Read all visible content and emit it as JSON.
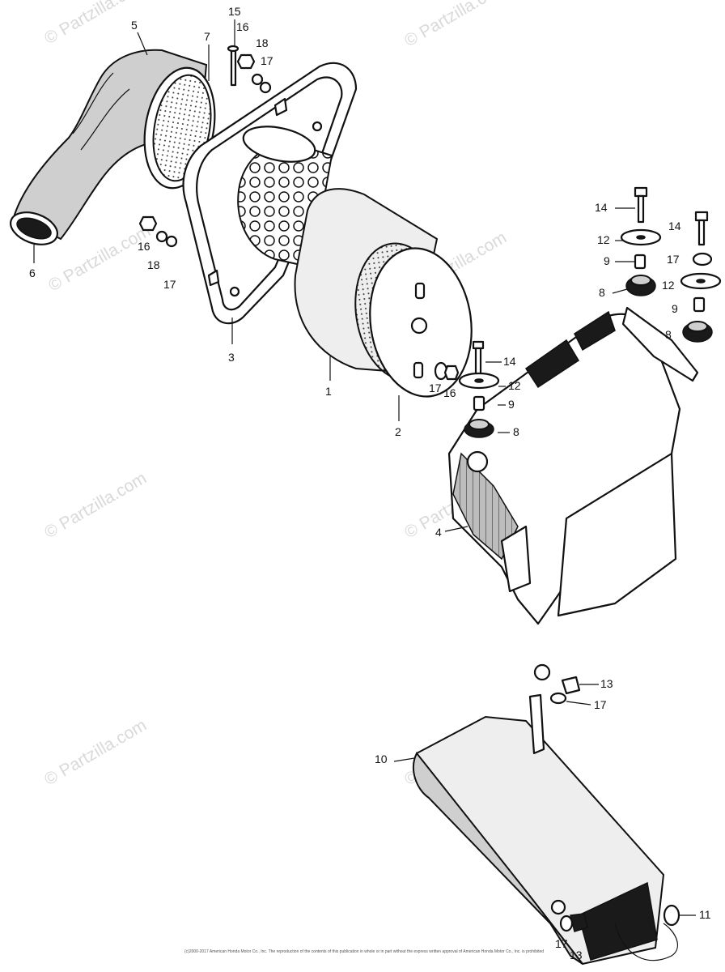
{
  "callouts": [
    "1",
    "2",
    "3",
    "4",
    "5",
    "6",
    "7",
    "8",
    "8",
    "8",
    "9",
    "9",
    "9",
    "10",
    "11",
    "12",
    "12",
    "12",
    "13",
    "13",
    "14",
    "14",
    "14",
    "15",
    "16",
    "16",
    "16",
    "17",
    "17",
    "17",
    "17",
    "17",
    "17",
    "18",
    "18"
  ],
  "watermark": "© Partzilla.com",
  "footer": "(c)2000-2017 American Honda Motor Co., Inc. The reproduction of the contents of this publication in whole or in part without the express written approval of American Honda Motor Co., Inc. is prohibited"
}
